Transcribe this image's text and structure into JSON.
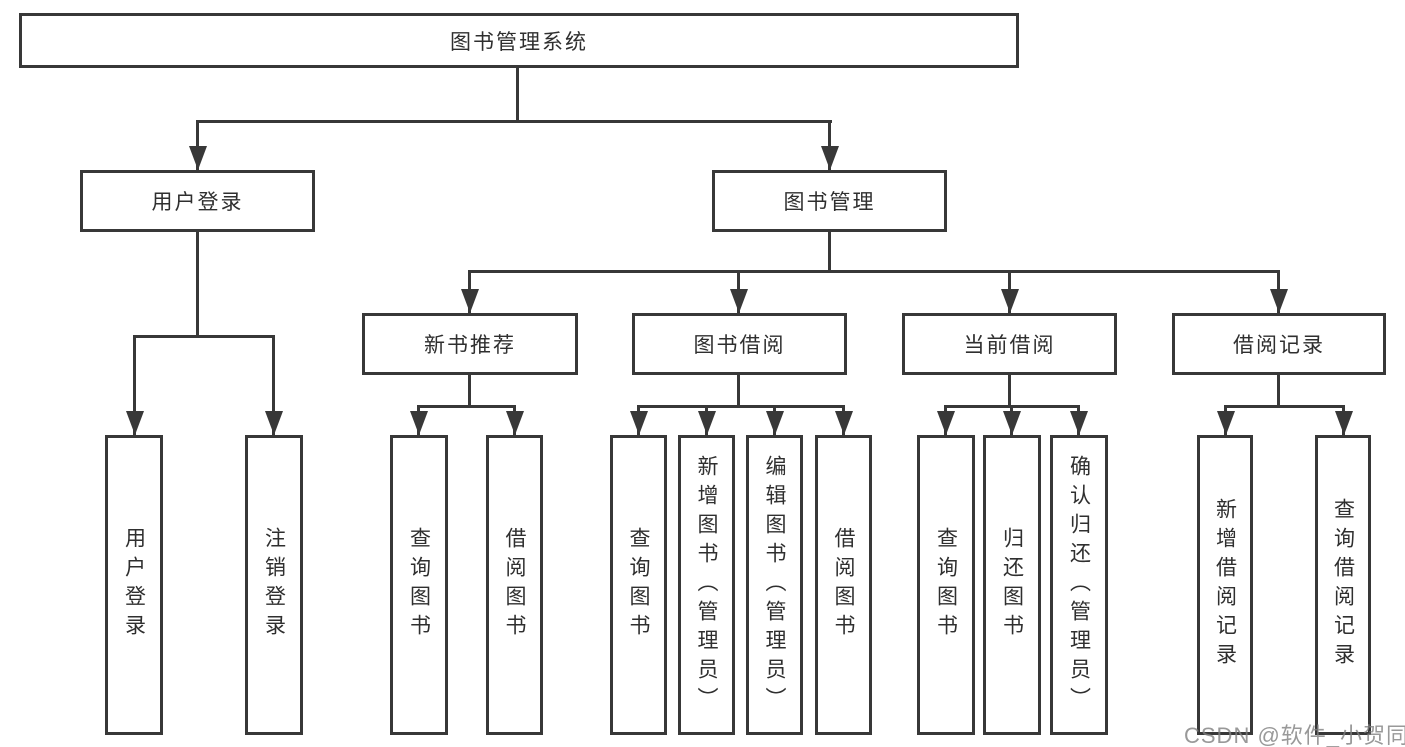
{
  "diagram_type": "hierarchy-tree",
  "tree": {
    "label": "图书管理系统",
    "children": [
      {
        "label": "用户登录",
        "children": [
          {
            "label": "用户登录"
          },
          {
            "label": "注销登录"
          }
        ]
      },
      {
        "label": "图书管理",
        "children": [
          {
            "label": "新书推荐",
            "children": [
              {
                "label": "查询图书"
              },
              {
                "label": "借阅图书"
              }
            ]
          },
          {
            "label": "图书借阅",
            "children": [
              {
                "label": "查询图书"
              },
              {
                "label": "新增图书（管理员）"
              },
              {
                "label": "编辑图书（管理员）"
              },
              {
                "label": "借阅图书"
              }
            ]
          },
          {
            "label": "当前借阅",
            "children": [
              {
                "label": "查询图书"
              },
              {
                "label": "归还图书"
              },
              {
                "label": "确认归还（管理员）"
              }
            ]
          },
          {
            "label": "借阅记录",
            "children": [
              {
                "label": "新增借阅记录"
              },
              {
                "label": "查询借阅记录"
              }
            ]
          }
        ]
      }
    ]
  },
  "watermark": "CSDN @软件_小贺同学",
  "colors": {
    "line": "#383838",
    "text": "#2f2f2f",
    "background": "#ffffff",
    "watermark": "#808080"
  }
}
